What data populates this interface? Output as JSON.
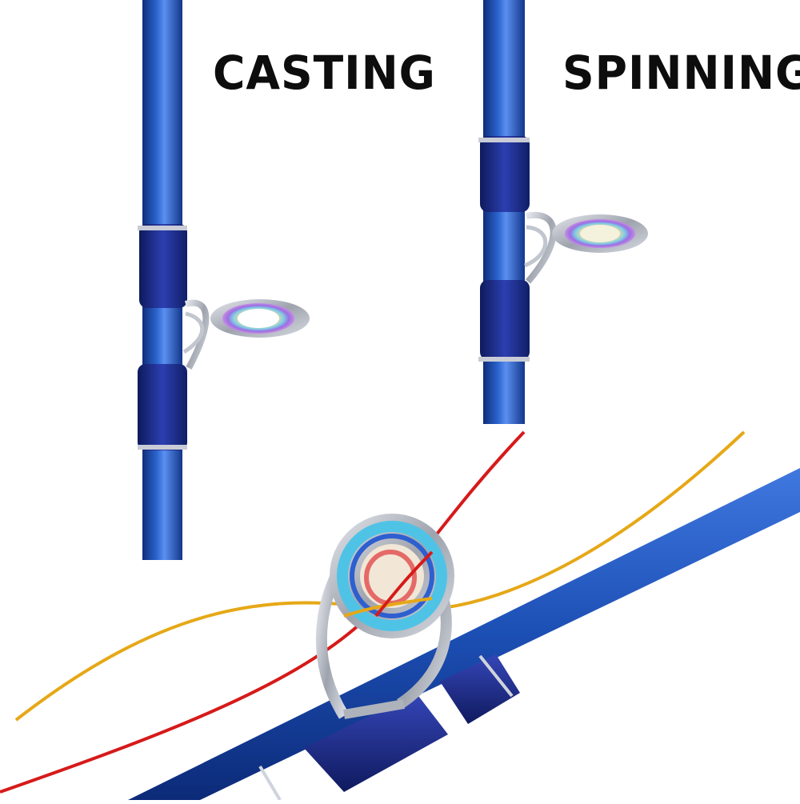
{
  "labels": {
    "casting": "CASTING",
    "spinning": "SPINNING"
  },
  "colors": {
    "rod_blue": "#1f55b8",
    "rod_dark": "#0f2e7a",
    "wrap_navy": "#1b2f8f",
    "line_red": "#d61a1a",
    "line_yellow": "#e6a817",
    "guide_steel": "#b9bcc4"
  },
  "icons": [
    "casting-rod-image",
    "spinning-rod-image",
    "guide-closeup-image"
  ]
}
